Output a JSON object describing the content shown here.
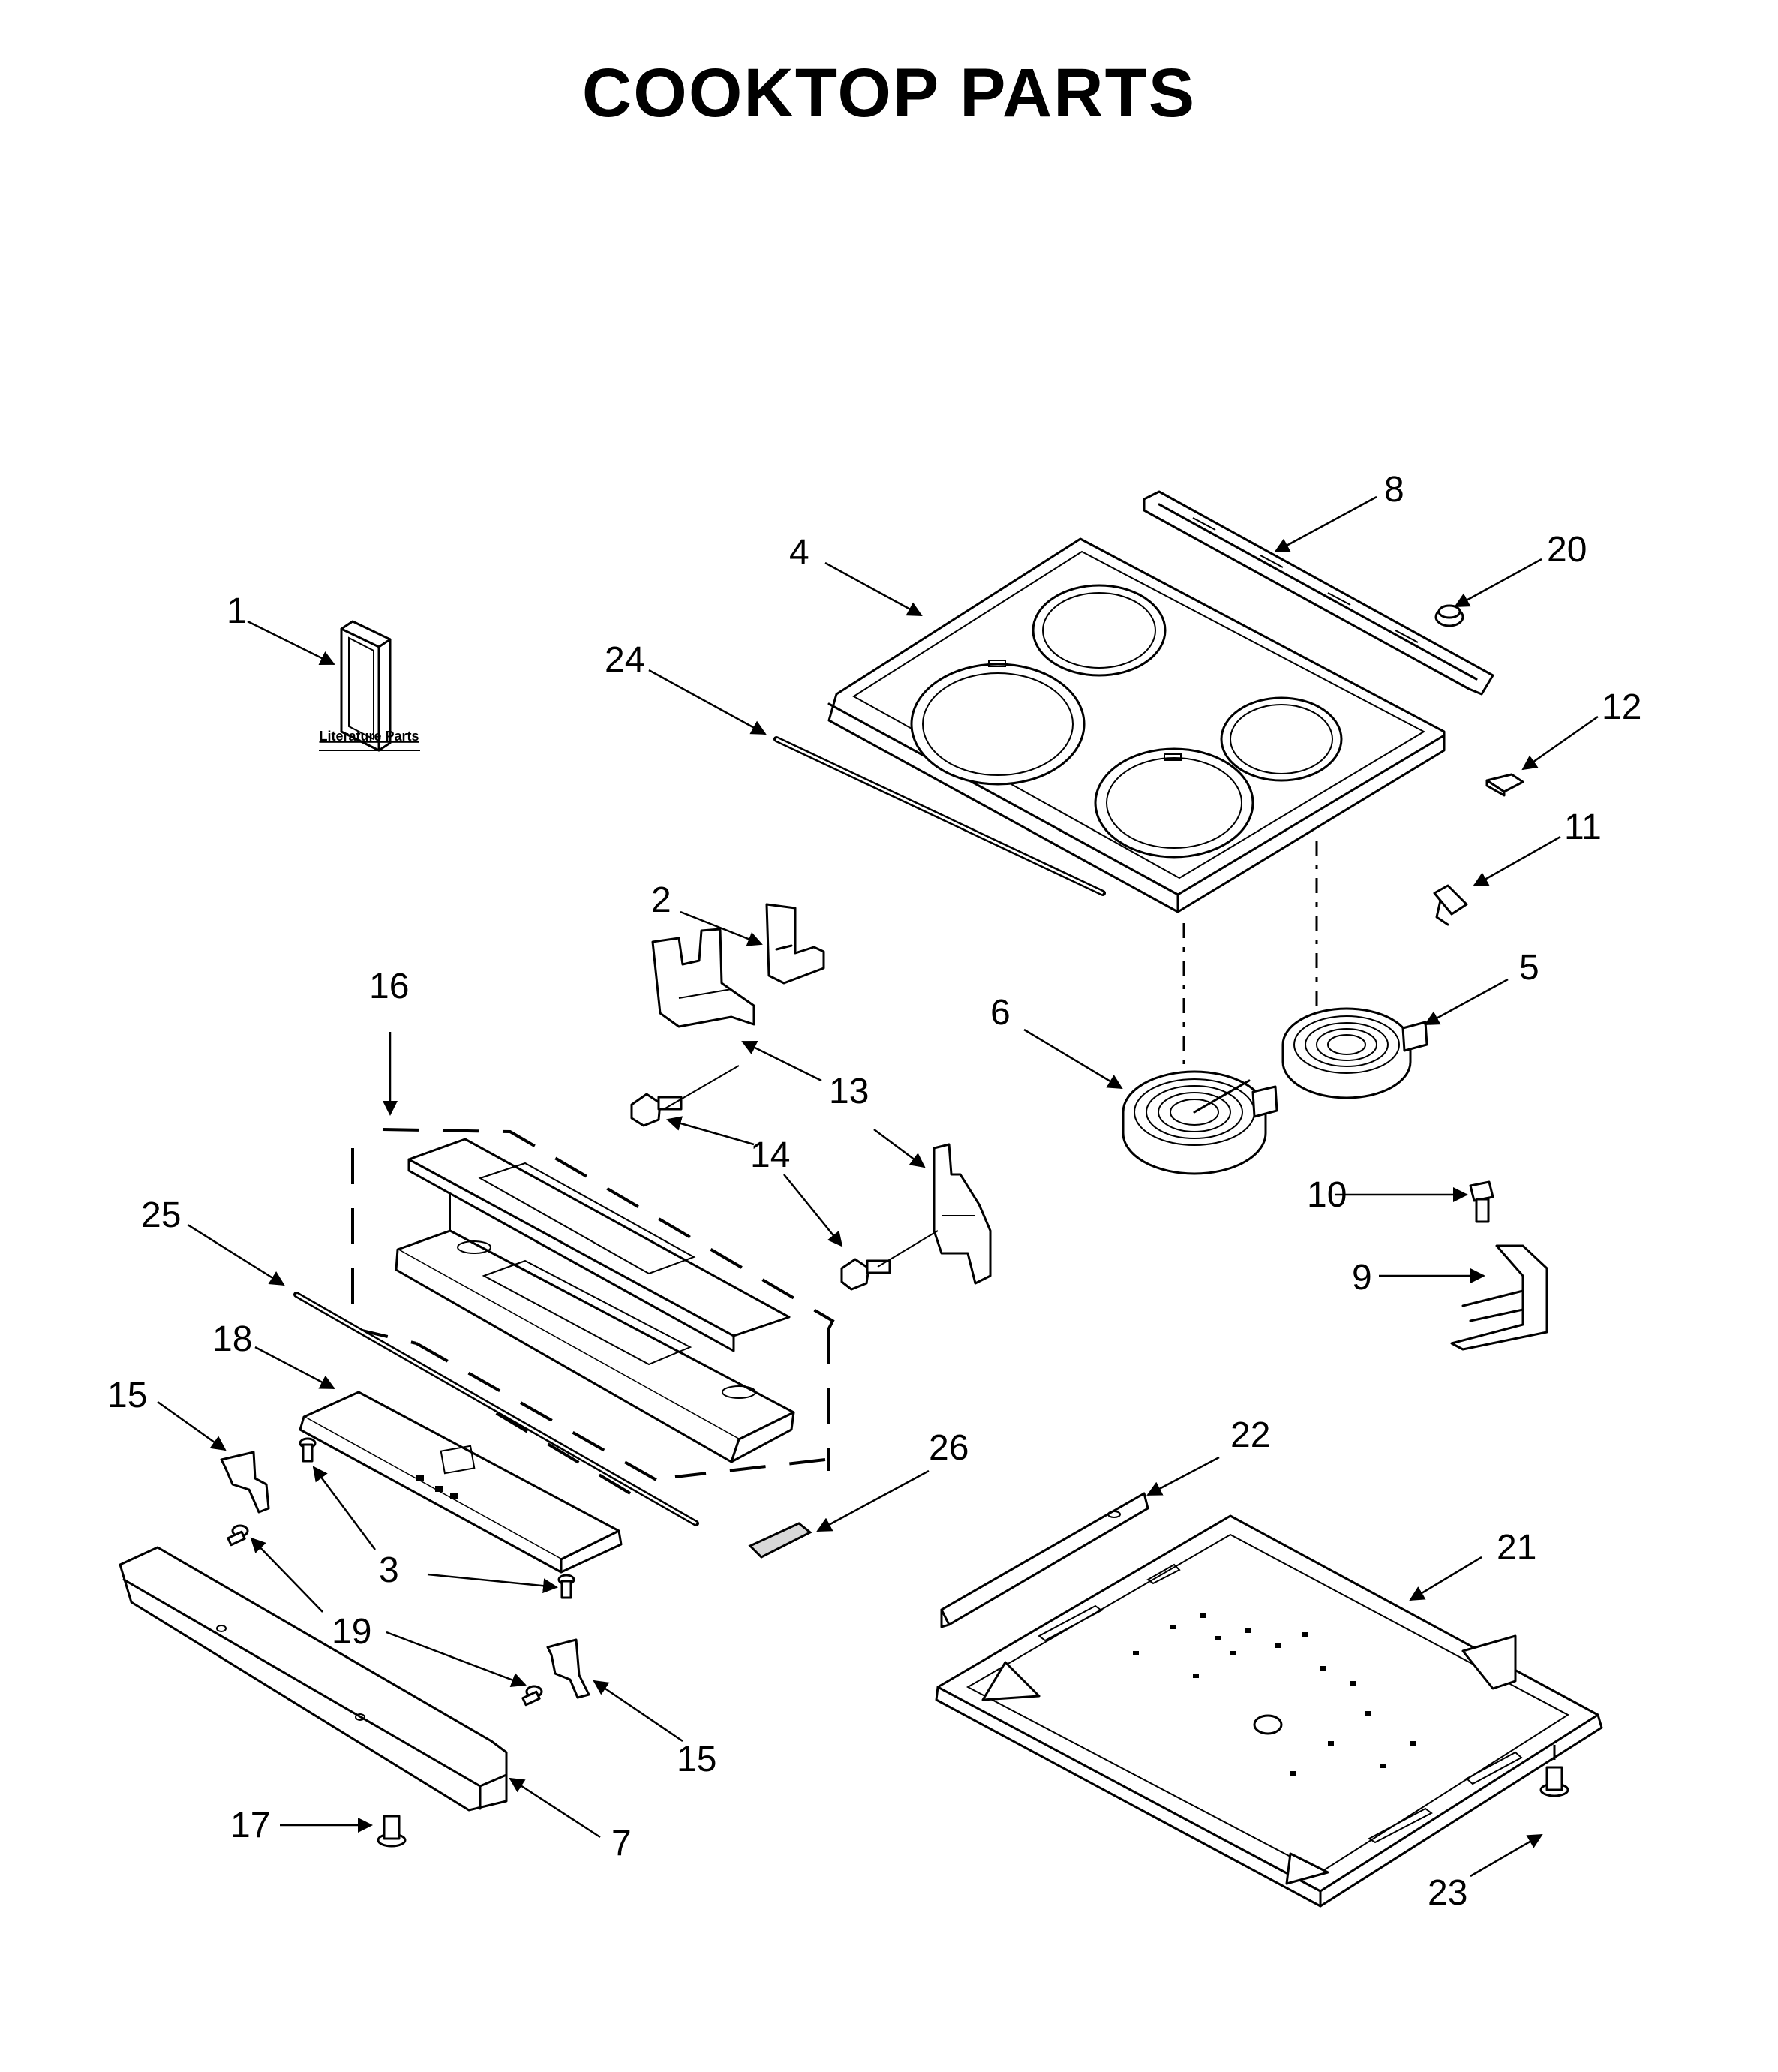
{
  "title": "COOKTOP PARTS",
  "literature_label": "Literature Parts",
  "callouts": {
    "c1": "1",
    "c2": "2",
    "c3": "3",
    "c4": "4",
    "c5": "5",
    "c6": "6",
    "c7": "7",
    "c8": "8",
    "c9": "9",
    "c10": "10",
    "c11": "11",
    "c12": "12",
    "c13": "13",
    "c14": "14",
    "c15a": "15",
    "c15b": "15",
    "c16": "16",
    "c17": "17",
    "c18": "18",
    "c19": "19",
    "c20": "20",
    "c21": "21",
    "c22": "22",
    "c23": "23",
    "c24": "24",
    "c25": "25",
    "c26": "26"
  }
}
